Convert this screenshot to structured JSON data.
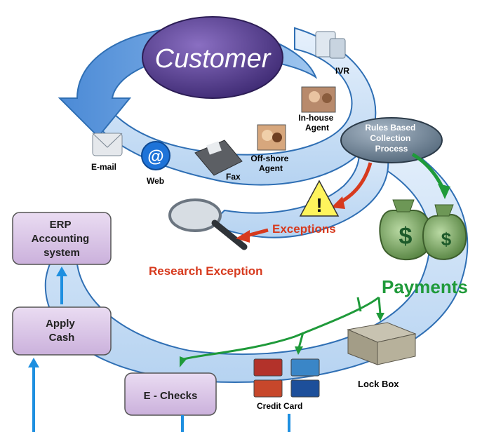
{
  "center": {
    "customer": "Customer"
  },
  "channels": {
    "ivr": "IVR",
    "in_house_agent": [
      "In-house",
      "Agent"
    ],
    "off_shore_agent": [
      "Off-shore",
      "Agent"
    ],
    "email": "E-mail",
    "web": "Web",
    "fax": "Fax",
    "web_glyph": "@"
  },
  "process": {
    "rules": [
      "Rules Based",
      "Collection",
      "Process"
    ],
    "exceptions": "Exceptions",
    "research_exception": "Research Exception",
    "warning_glyph": "!"
  },
  "boxes": {
    "erp": [
      "ERP",
      "Accounting",
      "system"
    ],
    "apply_cash": [
      "Apply",
      "Cash"
    ],
    "echecks": "E - Checks"
  },
  "payments": {
    "title": "Payments",
    "lock_box": "Lock Box",
    "credit_card": "Credit Card",
    "money_glyph": "$"
  },
  "colors": {
    "arc_fill": "#cde0f5",
    "arc_stroke": "#2f6fb4",
    "customer_fill": "#5a3f91",
    "box_fill": "#dcc7e6",
    "red": "#d73a1e",
    "green": "#1f9a3a",
    "blue": "#1e8fe0"
  }
}
